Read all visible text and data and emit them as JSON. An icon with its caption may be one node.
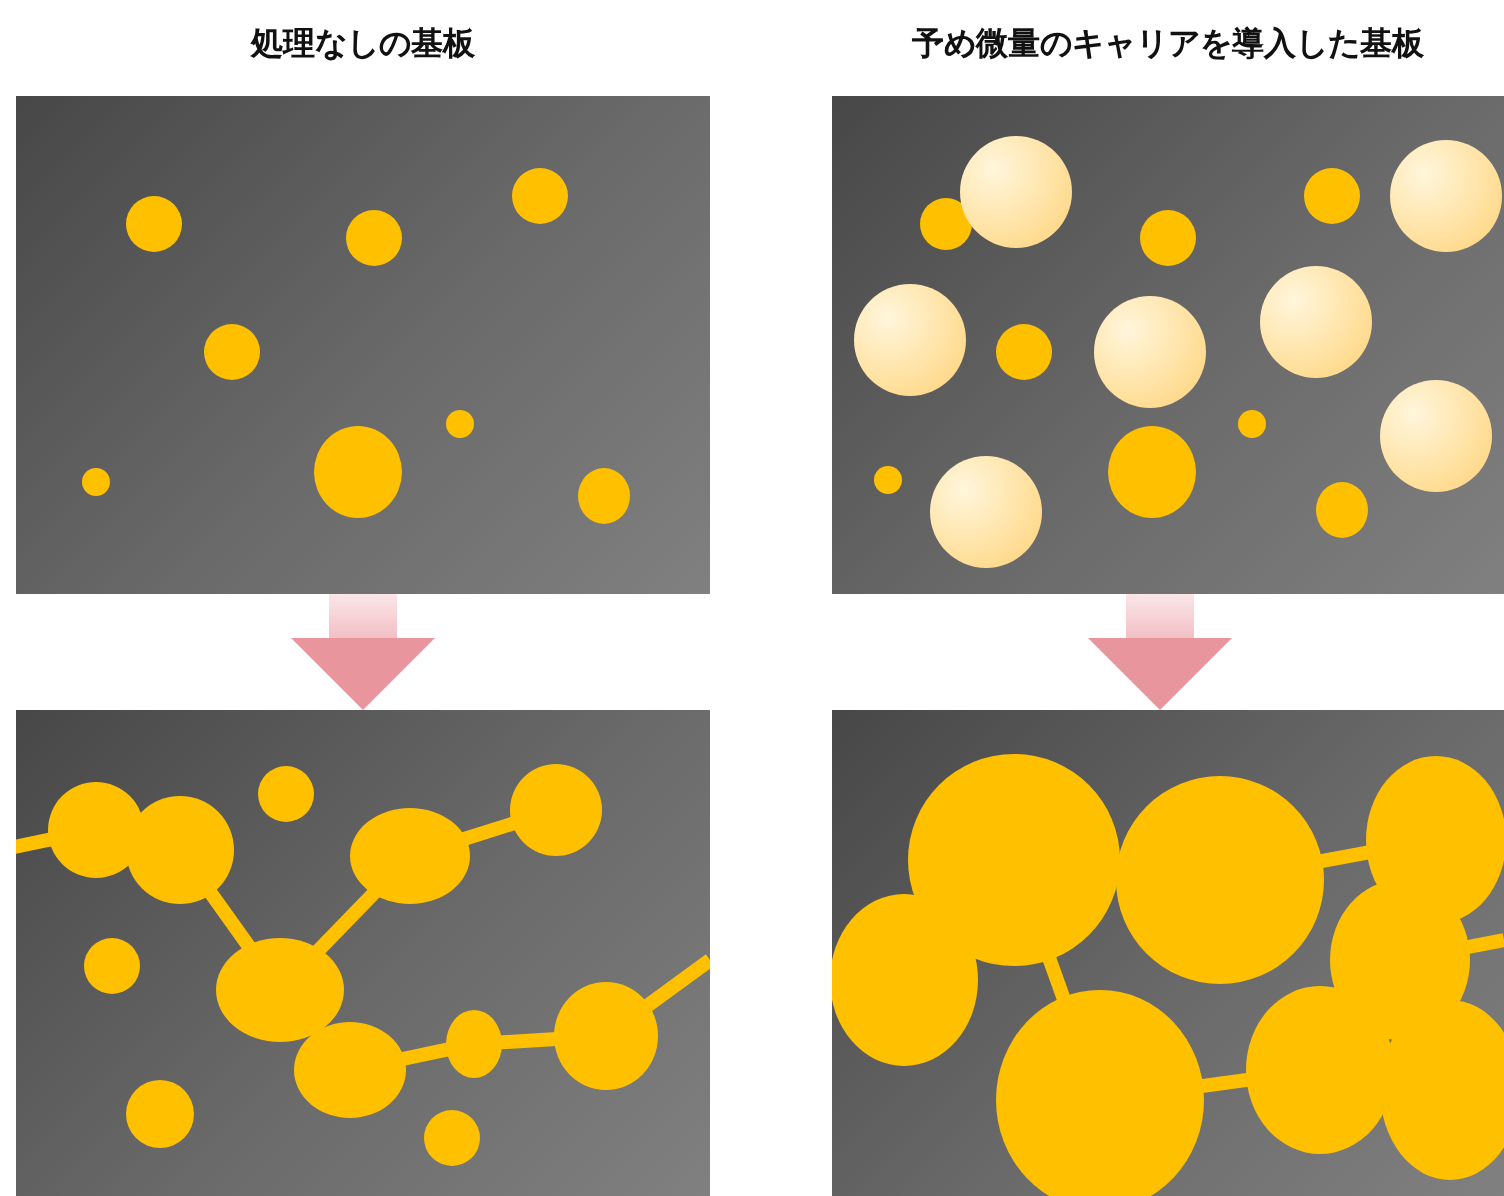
{
  "diagram": {
    "nodes": [
      {
        "text": [
          "処理なしの基板"
        ]
      },
      {
        "text": [
          "予め微量のキャリアを導入した基板"
        ]
      },
      {
        "text": [],
        "shape": "box"
      },
      {
        "text": [],
        "shape": "box"
      }
    ],
    "edges": [
      {
        "from": 0,
        "to": 2,
        "arrow": "to"
      },
      {
        "from": 1,
        "to": 3,
        "arrow": "to"
      }
    ]
  }
}
